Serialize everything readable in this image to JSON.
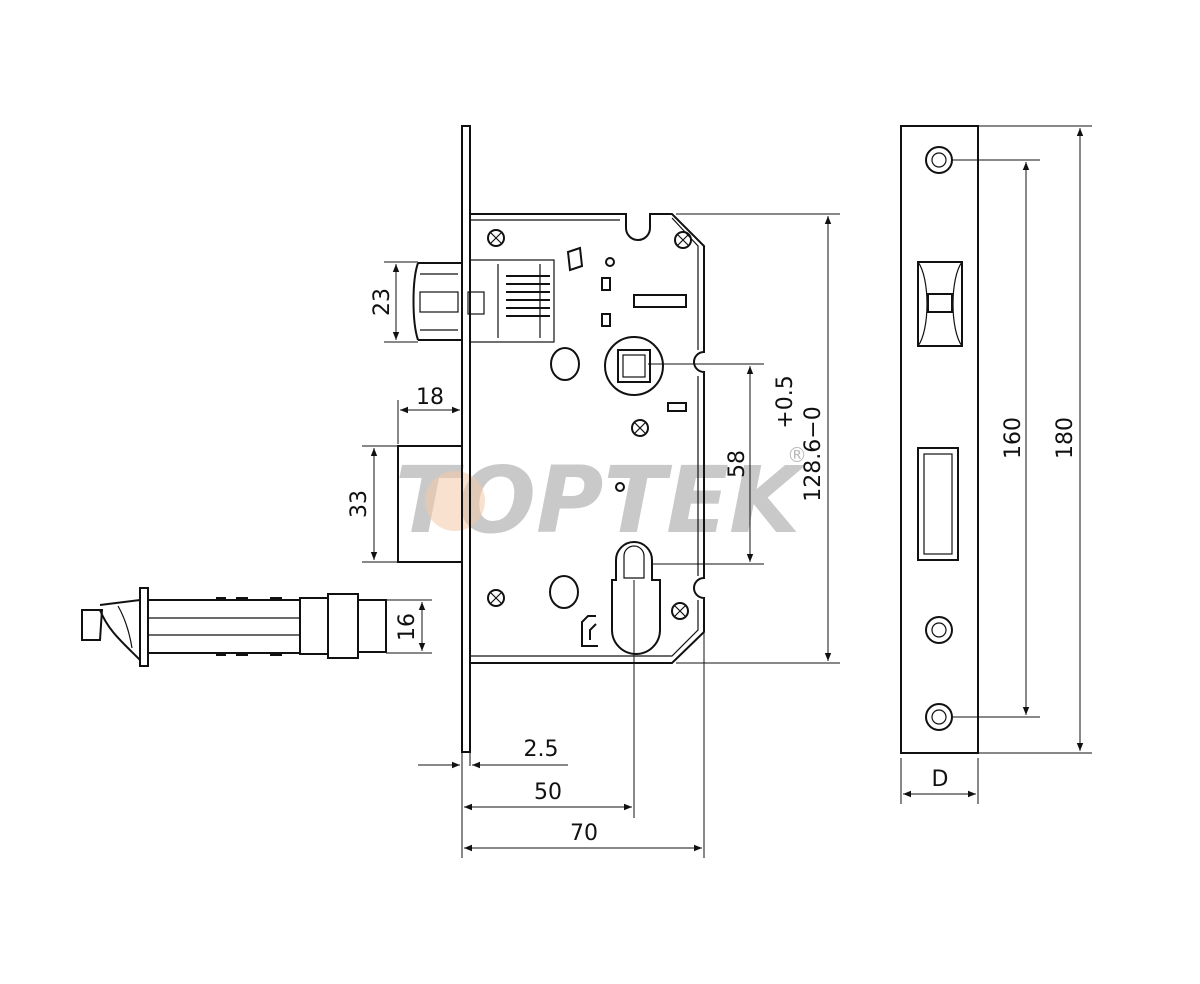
{
  "watermark": {
    "text": "TOPTEK",
    "registered": "®",
    "color_main": "#c9c9c9",
    "color_accent": "#f2c9a8"
  },
  "dimensions": {
    "latch_height": "23",
    "dead_bolt_projection": "18",
    "dead_bolt_height": "33",
    "bolt_diameter": "16",
    "faceplate_thickness": "2.5",
    "backset": "50",
    "case_depth": "70",
    "spindle_to_cylinder": "58",
    "case_height_tolerance_upper": "+0.5",
    "case_height": "128.6−0",
    "screw_spacing": "160",
    "faceplate_length": "180",
    "faceplate_width": "D"
  }
}
